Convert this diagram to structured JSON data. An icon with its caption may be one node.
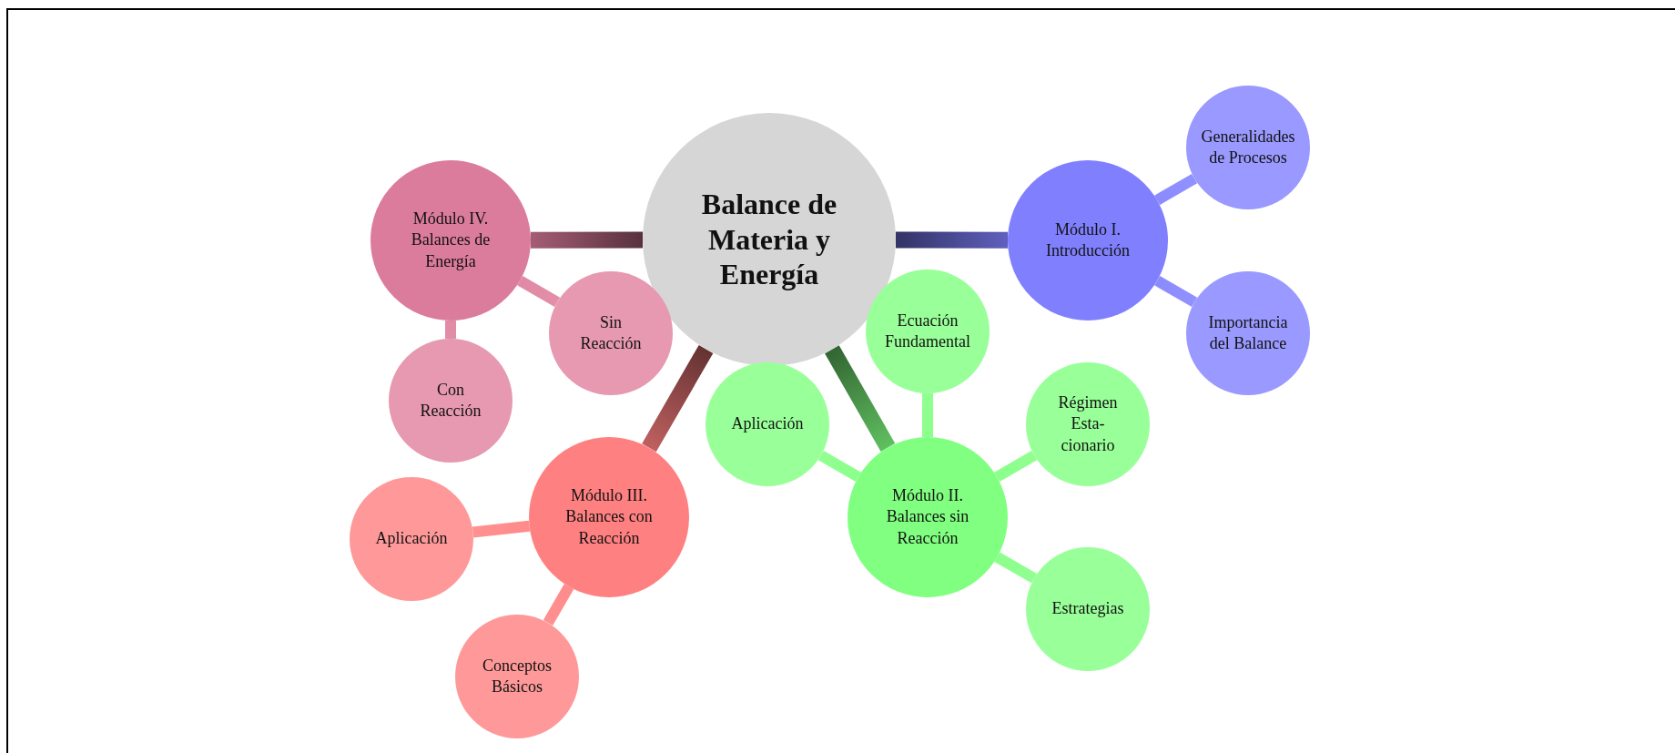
{
  "diagram": {
    "nodes": [
      {
        "text": [
          "Balance de Materia y Energía"
        ]
      },
      {
        "text": [
          "Módulo I. Introducción"
        ]
      },
      {
        "text": [
          "Generalidades de Procesos"
        ]
      },
      {
        "text": [
          "Importancia del Balance"
        ]
      },
      {
        "text": [
          "Módulo II. Balances sin Reacción"
        ]
      },
      {
        "text": [
          "Ecuación Fundamental"
        ]
      },
      {
        "text": [
          "Régimen Esta-cionario"
        ]
      },
      {
        "text": [
          "Estrategias"
        ]
      },
      {
        "text": [
          "Aplicación"
        ]
      },
      {
        "text": [
          "Módulo III. Balances con Reacción"
        ]
      },
      {
        "text": [
          "Aplicación"
        ]
      },
      {
        "text": [
          "Conceptos Básicos"
        ]
      },
      {
        "text": [
          "Módulo IV. Balances de Energía"
        ]
      },
      {
        "text": [
          "Sin Reacción"
        ]
      },
      {
        "text": [
          "Con Reacción"
        ]
      }
    ],
    "edges": [
      {
        "from": 0,
        "to": 1,
        "arrow": "none"
      },
      {
        "from": 1,
        "to": 2,
        "arrow": "none"
      },
      {
        "from": 1,
        "to": 3,
        "arrow": "none"
      },
      {
        "from": 0,
        "to": 4,
        "arrow": "none"
      },
      {
        "from": 4,
        "to": 5,
        "arrow": "none"
      },
      {
        "from": 4,
        "to": 6,
        "arrow": "none"
      },
      {
        "from": 4,
        "to": 7,
        "arrow": "none"
      },
      {
        "from": 4,
        "to": 8,
        "arrow": "none"
      },
      {
        "from": 0,
        "to": 9,
        "arrow": "none"
      },
      {
        "from": 9,
        "to": 10,
        "arrow": "none"
      },
      {
        "from": 9,
        "to": 11,
        "arrow": "none"
      },
      {
        "from": 0,
        "to": 12,
        "arrow": "none"
      },
      {
        "from": 12,
        "to": 13,
        "arrow": "none"
      },
      {
        "from": 12,
        "to": 14,
        "arrow": "none"
      }
    ]
  }
}
